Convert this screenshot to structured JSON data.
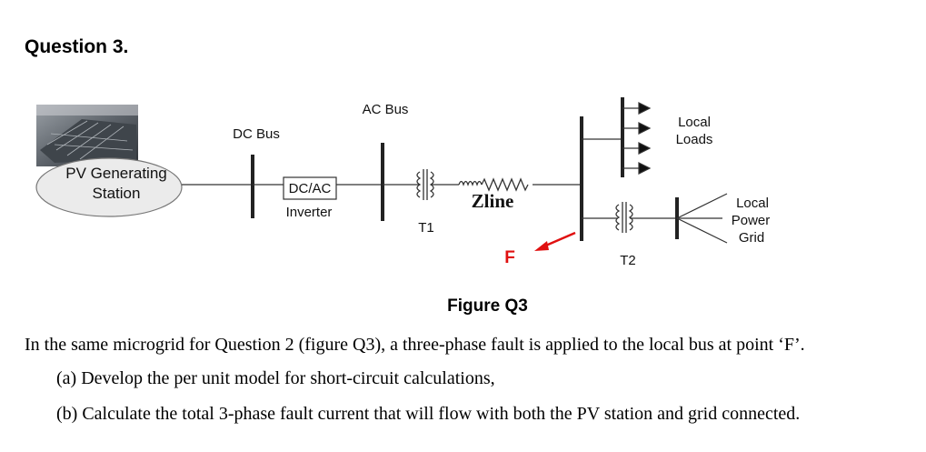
{
  "question": {
    "title": "Question 3."
  },
  "diagram": {
    "pv_station_label_line1": "PV Generating",
    "pv_station_label_line2": "Station",
    "dc_bus_label": "DC Bus",
    "ac_bus_label": "AC Bus",
    "inverter_box_label": "DC/AC",
    "inverter_label": "Inverter",
    "t1_label": "T1",
    "zline_label": "Zline",
    "t2_label": "T2",
    "fault_label": "F",
    "local_loads_line1": "Local",
    "local_loads_line2": "Loads",
    "grid_line1": "Local",
    "grid_line2": "Power",
    "grid_line3": "Grid",
    "fault_color": "#e01010"
  },
  "figure": {
    "caption": "Figure Q3"
  },
  "text": {
    "intro": "In the same microgrid for Question 2 (figure Q3), a three-phase fault is applied to the local bus at point ‘F’.",
    "part_a": "(a) Develop the per unit model for short-circuit calculations,",
    "part_b": "(b) Calculate the total 3-phase fault current that will flow with both the PV station and grid connected."
  }
}
